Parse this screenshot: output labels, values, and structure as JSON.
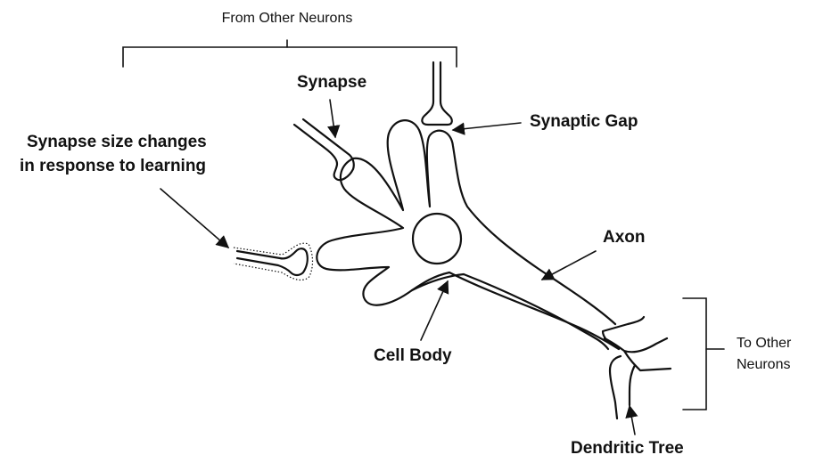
{
  "labels": {
    "from_other_neurons": "From Other Neurons",
    "synapse": "Synapse",
    "synaptic_gap": "Synaptic Gap",
    "synapse_size_line1": "Synapse size changes",
    "synapse_size_line2": "in response to learning",
    "axon": "Axon",
    "cell_body": "Cell Body",
    "to_other_line1": "To Other",
    "to_other_line2": "Neurons",
    "dendritic_tree": "Dendritic Tree"
  },
  "colors": {
    "ink": "#111111",
    "background": "#ffffff"
  }
}
